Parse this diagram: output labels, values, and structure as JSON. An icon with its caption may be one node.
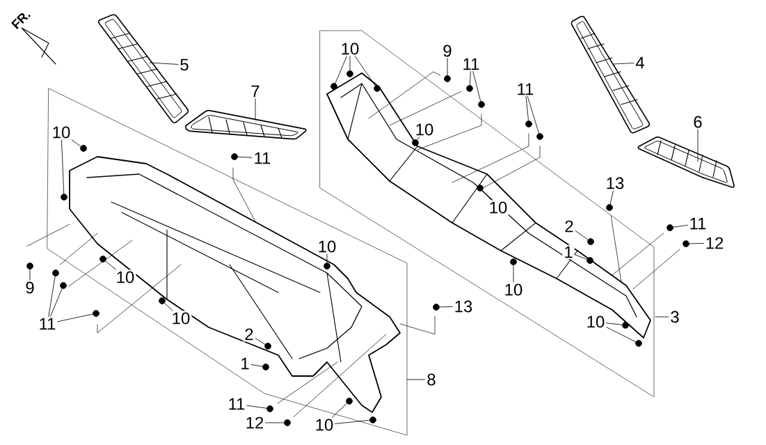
{
  "diagram": {
    "nodes": [
      {
        "text": [
          "5"
        ]
      },
      {
        "text": [
          "7"
        ]
      },
      {
        "text": [
          "10"
        ]
      },
      {
        "text": [
          "11"
        ]
      },
      {
        "text": [
          "9"
        ]
      },
      {
        "text": [
          "11"
        ]
      },
      {
        "text": [
          "10"
        ]
      },
      {
        "text": [
          "10"
        ]
      },
      {
        "text": [
          "10"
        ]
      },
      {
        "text": [
          "2"
        ]
      },
      {
        "text": [
          "1"
        ]
      },
      {
        "text": [
          "11"
        ]
      },
      {
        "text": [
          "12"
        ]
      },
      {
        "text": [
          "10"
        ]
      },
      {
        "text": [
          "13"
        ]
      },
      {
        "text": [
          "8"
        ]
      },
      {
        "text": [
          "10"
        ]
      },
      {
        "text": [
          "9"
        ]
      },
      {
        "text": [
          "11"
        ]
      },
      {
        "text": [
          "11"
        ]
      },
      {
        "text": [
          "10"
        ]
      },
      {
        "text": [
          "10"
        ]
      },
      {
        "text": [
          "4"
        ]
      },
      {
        "text": [
          "6"
        ]
      },
      {
        "text": [
          "13"
        ]
      },
      {
        "text": [
          "2"
        ]
      },
      {
        "text": [
          "1"
        ]
      },
      {
        "text": [
          "11"
        ]
      },
      {
        "text": [
          "12"
        ]
      },
      {
        "text": [
          "10"
        ]
      },
      {
        "text": [
          "10"
        ]
      },
      {
        "text": [
          "3"
        ]
      },
      {
        "text": [],
        "shape": "circle"
      },
      {
        "text": [],
        "shape": "circle"
      },
      {
        "text": [],
        "shape": "circle"
      },
      {
        "text": [],
        "shape": "circle"
      },
      {
        "text": [],
        "shape": "circle"
      },
      {
        "text": [],
        "shape": "circle"
      },
      {
        "text": [],
        "shape": "circle"
      },
      {
        "text": [],
        "shape": "circle"
      },
      {
        "text": [],
        "shape": "circle"
      },
      {
        "text": [],
        "shape": "circle"
      },
      {
        "text": [],
        "shape": "circle"
      },
      {
        "text": [],
        "shape": "circle"
      },
      {
        "text": [],
        "shape": "circle"
      },
      {
        "text": [],
        "shape": "circle"
      },
      {
        "text": [],
        "shape": "circle"
      },
      {
        "text": [],
        "shape": "circle"
      },
      {
        "text": [],
        "shape": "circle"
      },
      {
        "text": [],
        "shape": "circle"
      },
      {
        "text": [],
        "shape": "circle"
      },
      {
        "text": [],
        "shape": "circle"
      },
      {
        "text": [],
        "shape": "circle"
      },
      {
        "text": [],
        "shape": "circle"
      },
      {
        "text": [],
        "shape": "circle"
      },
      {
        "text": [],
        "shape": "circle"
      },
      {
        "text": [],
        "shape": "circle"
      },
      {
        "text": [],
        "shape": "circle"
      },
      {
        "text": [],
        "shape": "circle"
      },
      {
        "text": [],
        "shape": "circle"
      },
      {
        "text": [],
        "shape": "circle"
      },
      {
        "text": [],
        "shape": "circle"
      },
      {
        "text": [],
        "shape": "circle"
      },
      {
        "text": [],
        "shape": "circle"
      },
      {
        "text": [],
        "shape": "circle"
      },
      {
        "text": [],
        "shape": "circle"
      },
      {
        "text": [],
        "shape": "circle"
      }
    ],
    "edges": [
      {
        "from": 0,
        "to": null,
        "arrow": "none"
      },
      {
        "from": 1,
        "to": null,
        "arrow": "none"
      },
      {
        "from": 2,
        "to": 32,
        "arrow": "none"
      },
      {
        "from": 2,
        "to": 33,
        "arrow": "none"
      },
      {
        "from": 3,
        "to": 34,
        "arrow": "none"
      },
      {
        "from": 4,
        "to": 35,
        "arrow": "none"
      },
      {
        "from": 5,
        "to": 36,
        "arrow": "none"
      },
      {
        "from": 5,
        "to": 37,
        "arrow": "none"
      },
      {
        "from": 5,
        "to": 38,
        "arrow": "none"
      },
      {
        "from": 6,
        "to": 39,
        "arrow": "none"
      },
      {
        "from": 7,
        "to": 40,
        "arrow": "none"
      },
      {
        "from": 8,
        "to": 41,
        "arrow": "none"
      },
      {
        "from": 9,
        "to": 42,
        "arrow": "none"
      },
      {
        "from": 10,
        "to": 43,
        "arrow": "none"
      },
      {
        "from": 11,
        "to": 44,
        "arrow": "none"
      },
      {
        "from": 12,
        "to": 45,
        "arrow": "none"
      },
      {
        "from": 13,
        "to": 46,
        "arrow": "none"
      },
      {
        "from": 13,
        "to": 47,
        "arrow": "none"
      },
      {
        "from": 14,
        "to": 48,
        "arrow": "none"
      },
      {
        "from": 15,
        "to": null,
        "arrow": "none"
      },
      {
        "from": 16,
        "to": 49,
        "arrow": "none"
      },
      {
        "from": 16,
        "to": 50,
        "arrow": "none"
      },
      {
        "from": 16,
        "to": 51,
        "arrow": "none"
      },
      {
        "from": 17,
        "to": 52,
        "arrow": "none"
      },
      {
        "from": 18,
        "to": 53,
        "arrow": "none"
      },
      {
        "from": 18,
        "to": 54,
        "arrow": "none"
      },
      {
        "from": 19,
        "to": 55,
        "arrow": "none"
      },
      {
        "from": 19,
        "to": 56,
        "arrow": "none"
      },
      {
        "from": 20,
        "to": 57,
        "arrow": "none"
      },
      {
        "from": 21,
        "to": 58,
        "arrow": "none"
      },
      {
        "from": 22,
        "to": null,
        "arrow": "none"
      },
      {
        "from": 23,
        "to": null,
        "arrow": "none"
      },
      {
        "from": 24,
        "to": 59,
        "arrow": "none"
      },
      {
        "from": 25,
        "to": 60,
        "arrow": "none"
      },
      {
        "from": 26,
        "to": 61,
        "arrow": "none"
      },
      {
        "from": 27,
        "to": 62,
        "arrow": "none"
      },
      {
        "from": 28,
        "to": 63,
        "arrow": "none"
      },
      {
        "from": 29,
        "to": 64,
        "arrow": "none"
      },
      {
        "from": 30,
        "to": 65,
        "arrow": "none"
      },
      {
        "from": 30,
        "to": 66,
        "arrow": "none"
      },
      {
        "from": 31,
        "to": null,
        "arrow": "none"
      }
    ],
    "labels": [
      "FR."
    ]
  }
}
